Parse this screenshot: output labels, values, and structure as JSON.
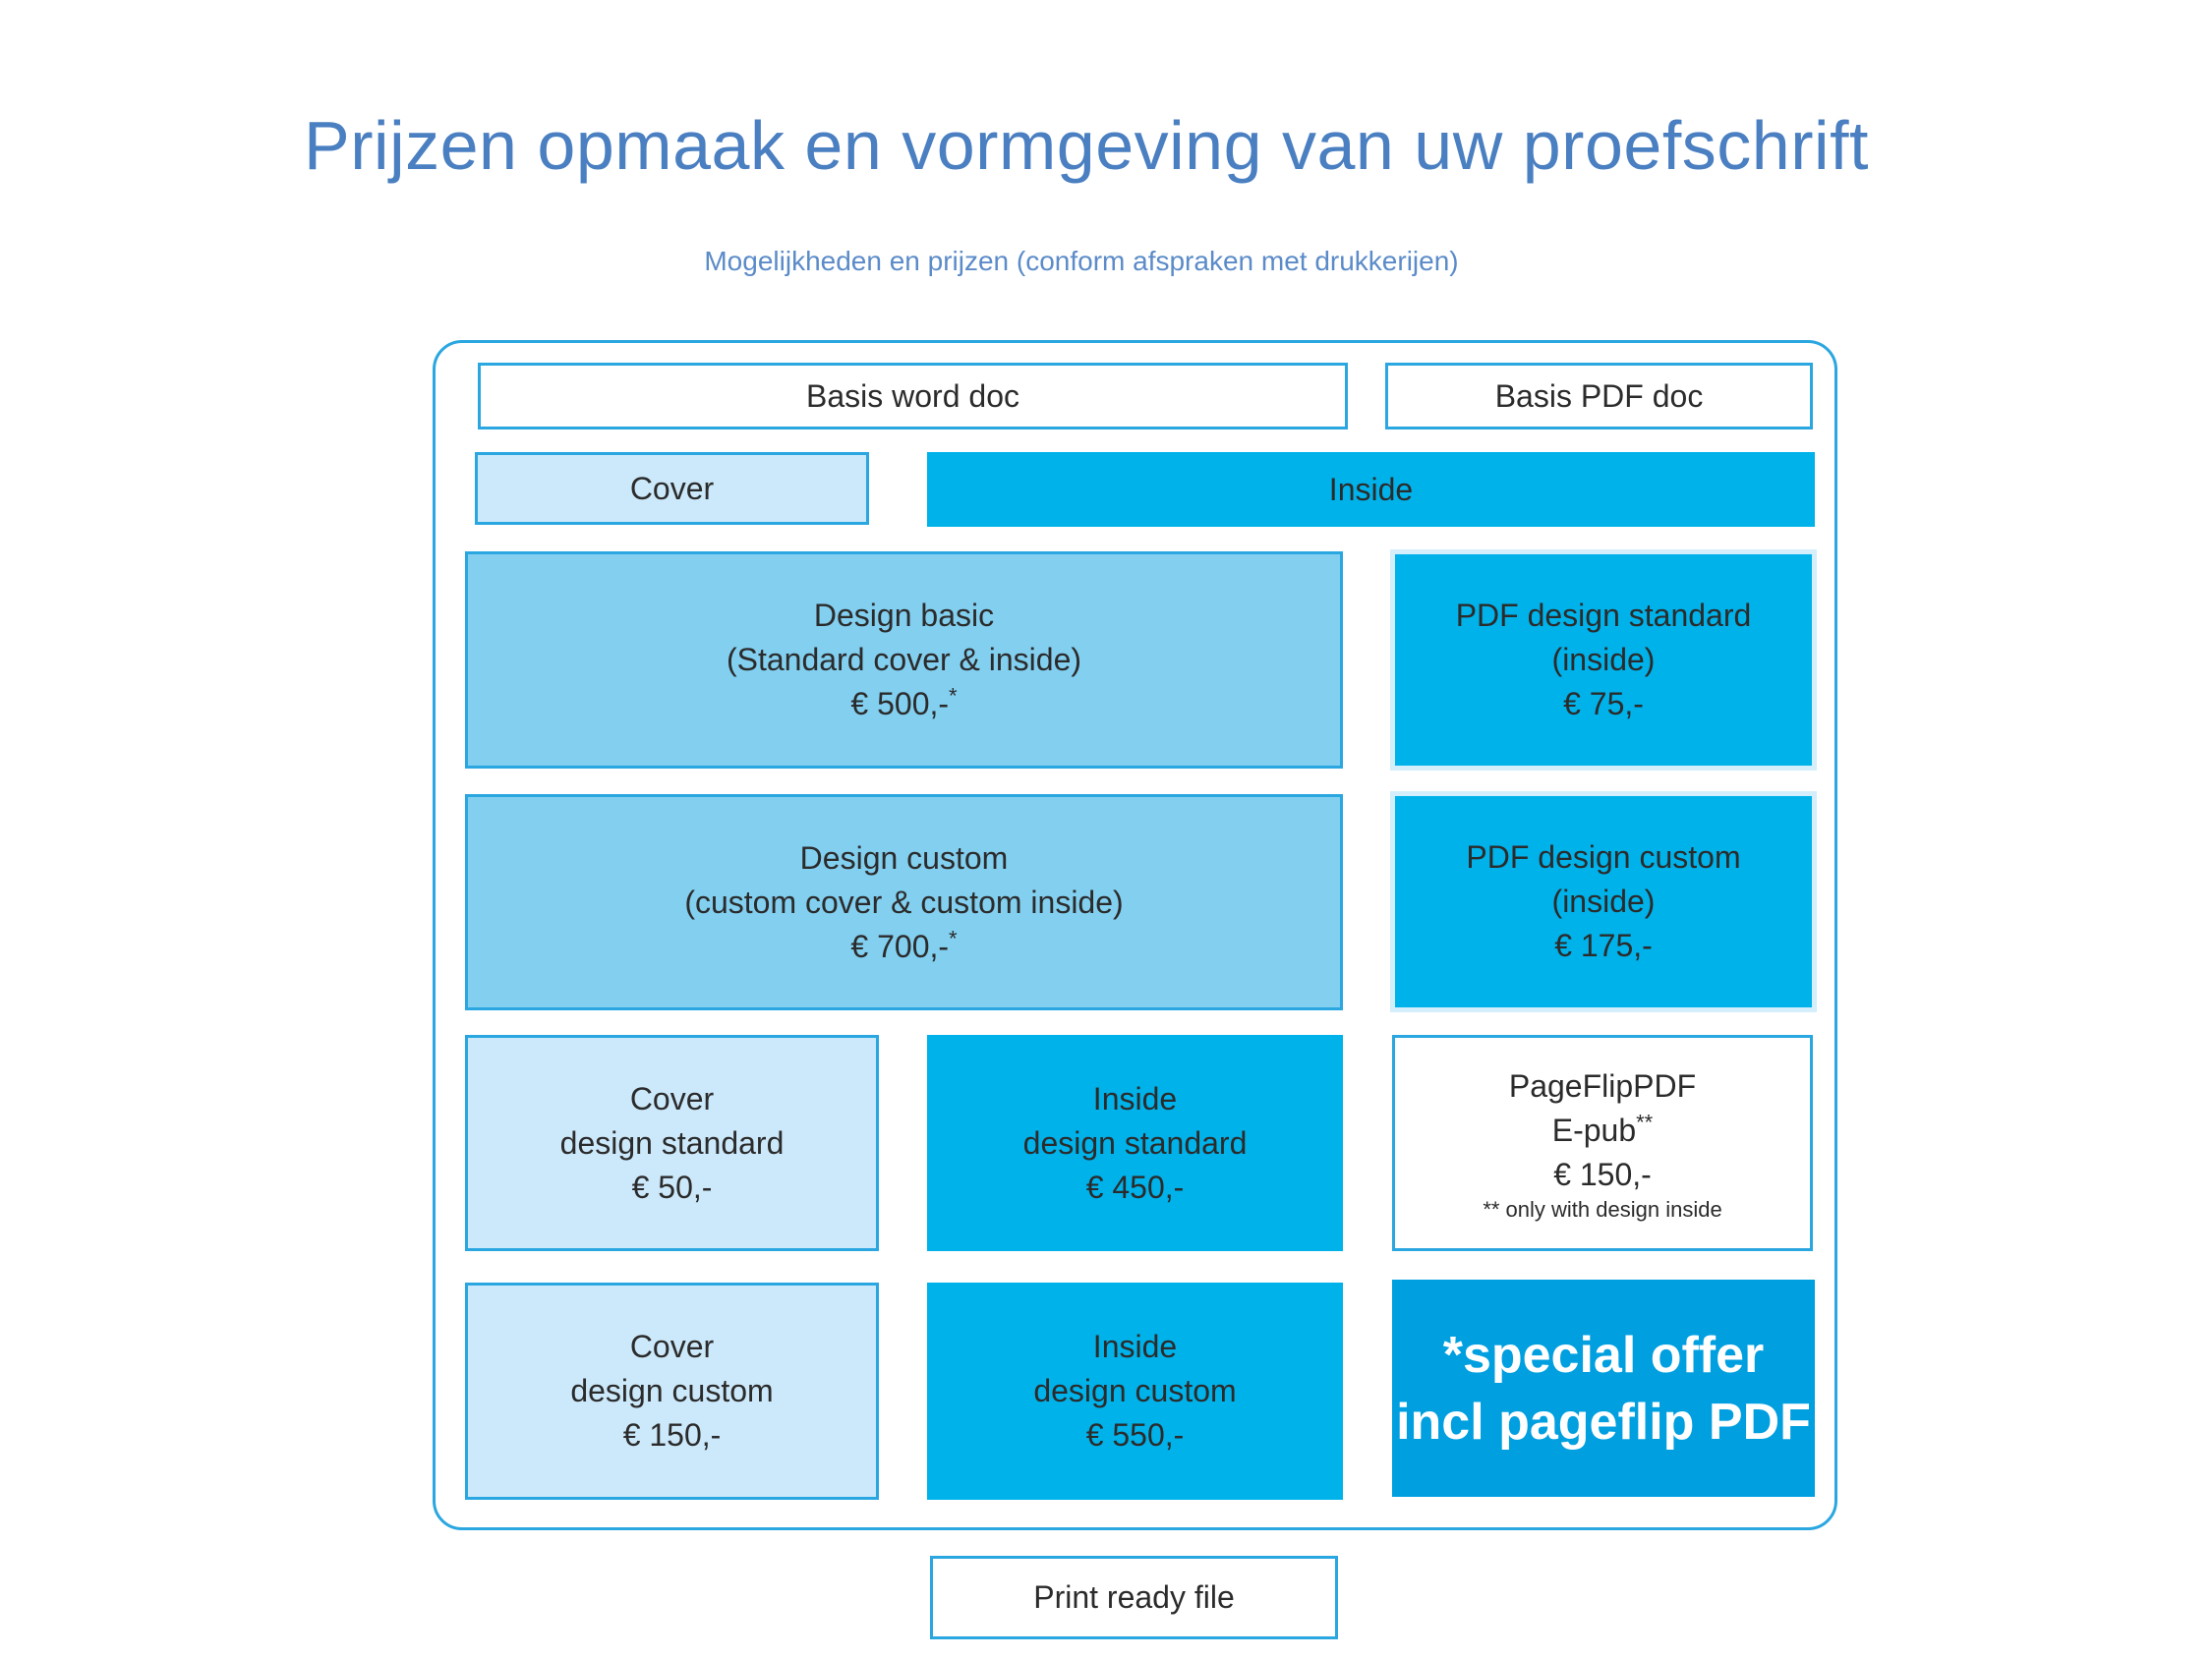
{
  "title": "Prijzen opmaak en vormgeving van uw proefschrift",
  "subtitle": "Mogelijkheden en prijzen (conform afspraken met drukkerijen)",
  "headers": {
    "word": "Basis word doc",
    "pdf": "Basis PDF doc",
    "cover": "Cover",
    "inside": "Inside"
  },
  "design_basic": {
    "name": "Design basic",
    "detail": "(Standard cover & inside)",
    "price": "€ 500,-",
    "mark": "*"
  },
  "design_custom": {
    "name": "Design custom",
    "detail": "(custom cover & custom inside)",
    "price": "€ 700,-",
    "mark": "*"
  },
  "pdf_standard": {
    "name": "PDF design standard",
    "detail": "(inside)",
    "price": "€ 75,-"
  },
  "pdf_custom": {
    "name": "PDF design custom",
    "detail": "(inside)",
    "price": "€ 175,-"
  },
  "cover_standard": {
    "name": "Cover",
    "detail": "design standard",
    "price": "€ 50,-"
  },
  "inside_standard": {
    "name": "Inside",
    "detail": "design standard",
    "price": "€ 450,-"
  },
  "pageflip": {
    "name": "PageFlipPDF",
    "detail": "E-pub",
    "mark": "**",
    "price": "€ 150,-",
    "note": "** only with design inside"
  },
  "cover_custom": {
    "name": "Cover",
    "detail": "design custom",
    "price": "€ 150,-"
  },
  "inside_custom": {
    "name": "Inside",
    "detail": "design custom",
    "price": "€ 550,-"
  },
  "special": {
    "line1": "*special offer",
    "line2": "incl pageflip PDF"
  },
  "print_ready": "Print ready file",
  "colors": {
    "border": "#2aa6e0",
    "light": "#cce9fb",
    "mid": "#82cff0",
    "bright": "#00b2ea",
    "special": "#009fe0",
    "title": "#4a7fc1"
  }
}
